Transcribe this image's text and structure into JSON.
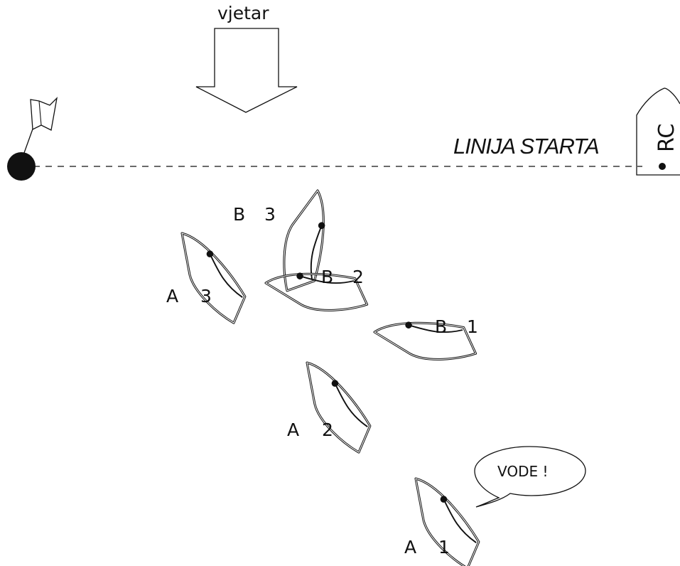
{
  "wind": {
    "label": "vjetar"
  },
  "start_line": {
    "label": "LINIJA STARTA"
  },
  "committee_boat": {
    "label": "RC"
  },
  "speech": {
    "text": "VODE !"
  },
  "boats": [
    {
      "letter": "A",
      "number": "1"
    },
    {
      "letter": "A",
      "number": "2"
    },
    {
      "letter": "A",
      "number": "3"
    },
    {
      "letter": "B",
      "number": "1"
    },
    {
      "letter": "B",
      "number": "2"
    },
    {
      "letter": "B",
      "number": "3"
    }
  ],
  "colors": {
    "ink": "#111111",
    "background": "#ffffff"
  }
}
